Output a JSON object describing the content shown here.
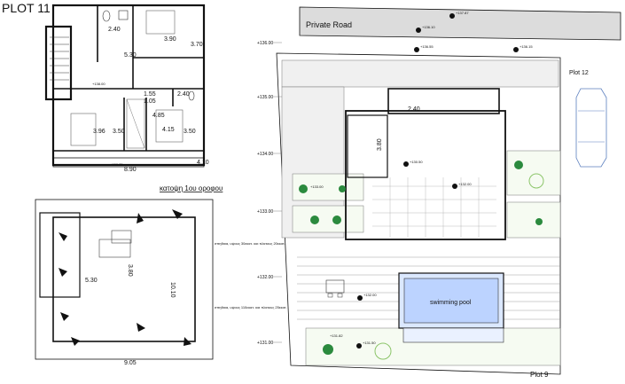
{
  "title": "PLOT 11",
  "floor_label": "κατοψη 1ου οροφου",
  "road_label": "Private Road",
  "plot_right": "Plot 12",
  "plot_bottom": "Plot 9",
  "pool_label": "swimming pool",
  "contours": [
    "+136.00",
    "+135.00",
    "+134.00",
    "+133.00",
    "+132.00",
    "+131.00"
  ],
  "top_plan_dims": [
    "2.40",
    "3.90",
    "3.70",
    "5.30",
    "1.55",
    "1.05",
    "2.40",
    "4.85",
    "3.96",
    "4.15",
    "3.50",
    "3.50",
    "8.90",
    "4.10"
  ],
  "roof_plan_dims": [
    "5.30",
    "10.10",
    "9.05",
    "3.80"
  ],
  "site_dims": [
    "2.40",
    "3.80"
  ],
  "spot_levels": [
    "+136.10",
    "+136.55",
    "+136.15",
    "+137.87",
    "+138.00",
    "+138.75",
    "+133.00",
    "+130.50",
    "+132.00",
    "+132.00",
    "+131.50",
    "+131.82"
  ],
  "roof_notes": [
    "σπηθαια, υψους 30εκατ. και πλατους 20εκατ.",
    "σπηθαια, υψους 110εκατ. και πλατους 25εκατ."
  ]
}
